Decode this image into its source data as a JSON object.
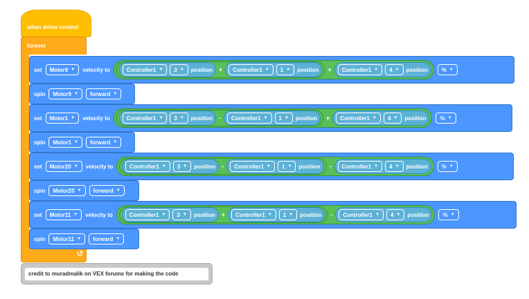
{
  "hat": {
    "label": "when driver control"
  },
  "forever": {
    "label": "forever",
    "loop_icon": "↺"
  },
  "rows": [
    {
      "type": "set",
      "kw": "set",
      "motor": "Motor9",
      "velocity_kw": "velocity to",
      "terms": [
        {
          "controller": "Controller1",
          "axis": "3",
          "pos": "position"
        },
        {
          "op": "+",
          "controller": "Controller1",
          "axis": "1",
          "pos": "position"
        },
        {
          "op": "+",
          "controller": "Controller1",
          "axis": "4",
          "pos": "position"
        }
      ],
      "unit": "%"
    },
    {
      "type": "spin",
      "kw": "spin",
      "motor": "Motor9",
      "dir": "forward"
    },
    {
      "type": "set",
      "kw": "set",
      "motor": "Motor1",
      "velocity_kw": "velocity to",
      "terms": [
        {
          "controller": "Controller1",
          "axis": "3",
          "pos": "position"
        },
        {
          "op": "-",
          "controller": "Controller1",
          "axis": "1",
          "pos": "position"
        },
        {
          "op": "+",
          "controller": "Controller1",
          "axis": "4",
          "pos": "position"
        }
      ],
      "unit": "%"
    },
    {
      "type": "spin",
      "kw": "spin",
      "motor": "Motor1",
      "dir": "forward"
    },
    {
      "type": "set",
      "kw": "set",
      "motor": "Motor20",
      "velocity_kw": "velocity to",
      "terms": [
        {
          "controller": "Controller1",
          "axis": "3",
          "pos": "position"
        },
        {
          "op": "-",
          "controller": "Controller1",
          "axis": "1",
          "pos": "position"
        },
        {
          "op": "-",
          "controller": "Controller1",
          "axis": "4",
          "pos": "position"
        }
      ],
      "unit": "%"
    },
    {
      "type": "spin",
      "kw": "spin",
      "motor": "Motor20",
      "dir": "forward"
    },
    {
      "type": "set",
      "kw": "set",
      "motor": "Motor11",
      "velocity_kw": "velocity to",
      "terms": [
        {
          "controller": "Controller1",
          "axis": "3",
          "pos": "position"
        },
        {
          "op": "+",
          "controller": "Controller1",
          "axis": "1",
          "pos": "position"
        },
        {
          "op": "-",
          "controller": "Controller1",
          "axis": "4",
          "pos": "position"
        }
      ],
      "unit": "%"
    },
    {
      "type": "spin",
      "kw": "spin",
      "motor": "Motor11",
      "dir": "forward"
    }
  ],
  "comment": {
    "text": "credit to muradmalik on VEX forums for making the code"
  },
  "colors": {
    "motion": "#4c97ff",
    "operator": "#59c059",
    "sensing": "#5cb1d6",
    "event": "#ffbf00",
    "control": "#ffab19"
  }
}
